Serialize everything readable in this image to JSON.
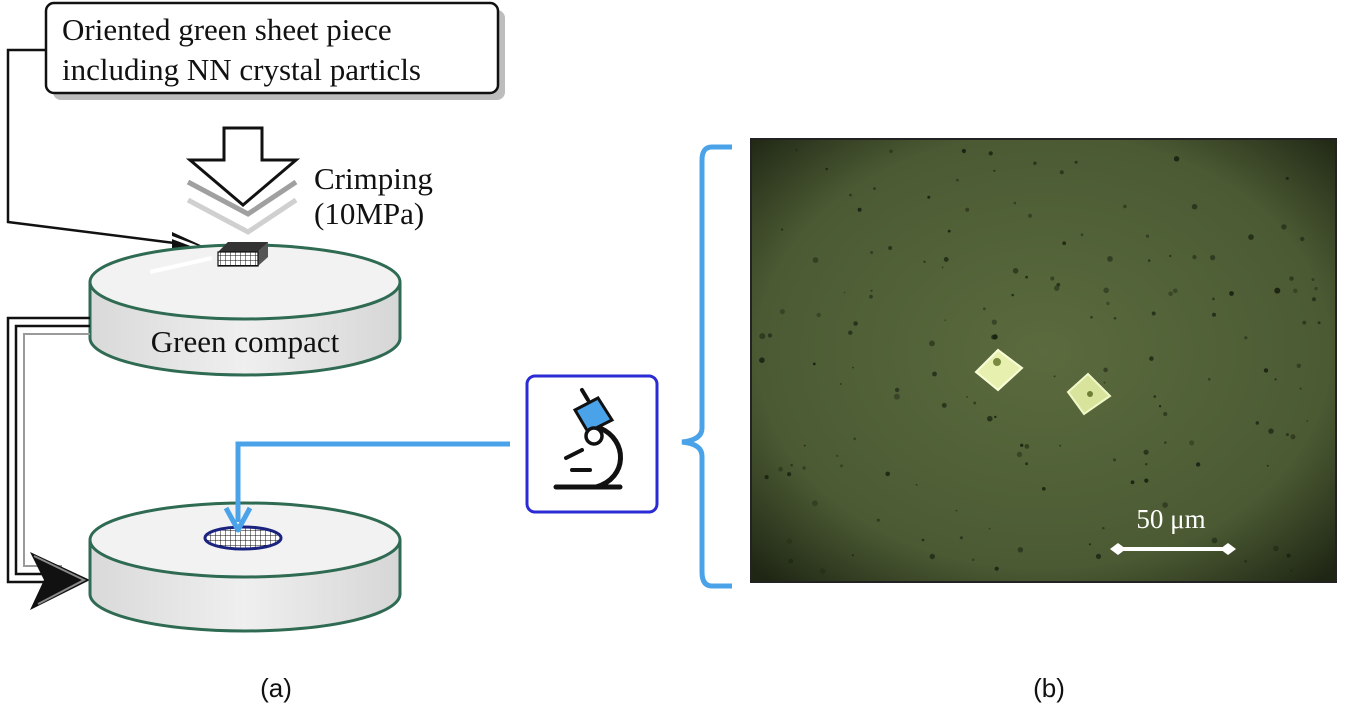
{
  "panel_a": {
    "label_box": {
      "line1": "Oriented green sheet piece",
      "line2": "including NN crystal particls"
    },
    "crimping": {
      "line1": "Crimping",
      "line2": "(10MPa)"
    },
    "disk_top_label": "Green compact",
    "caption": "(a)"
  },
  "panel_b": {
    "scale_bar_label": "50 μm",
    "caption": "(b)"
  },
  "icons": {
    "microscope": "microscope-icon"
  },
  "colors": {
    "disk_edge": "#2e6b52",
    "disk_fill": "#e6e6e6",
    "blue_connector": "#4aa3e8",
    "icon_box_border": "#2b2bd6",
    "micro_bg": "#4a5a32",
    "grid_ellipse": "#1a237e"
  }
}
